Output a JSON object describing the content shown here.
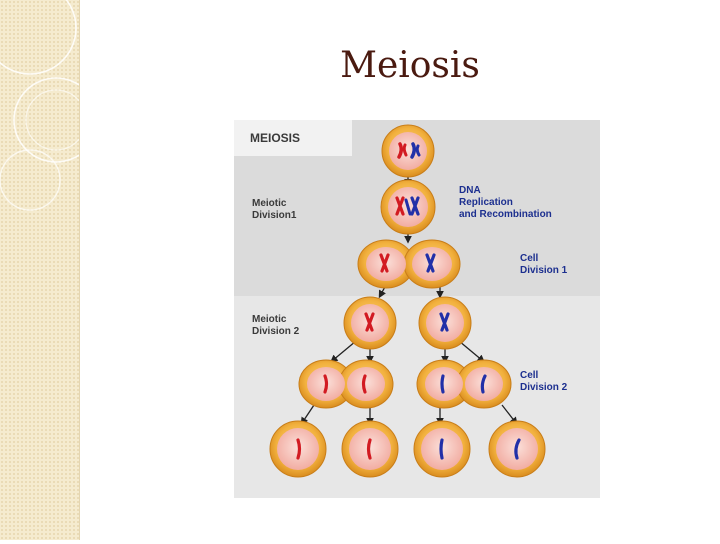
{
  "slide": {
    "title": "Meiosis"
  },
  "diagram": {
    "header": "MEIOSIS",
    "left_labels": {
      "division1": [
        "Meiotic",
        "Division1"
      ],
      "division2": [
        "Meiotic",
        "Division 2"
      ]
    },
    "right_labels": {
      "dna": [
        "DNA",
        "Replication",
        "and Recombination"
      ],
      "cell_division_1": [
        "Cell",
        "Division 1"
      ],
      "cell_division_2": [
        "Cell",
        "Division 2"
      ]
    },
    "colors": {
      "cell_outer": "#f2b13e",
      "cell_inner": "#f6c0b6",
      "chromosome_red": "#d21b22",
      "chromosome_blue": "#2230a8",
      "label_blue": "#1c2f8f",
      "label_gray": "#3a3a3a",
      "panel_top": "#dbdbdb",
      "panel_bottom": "#e7e7e7"
    }
  }
}
